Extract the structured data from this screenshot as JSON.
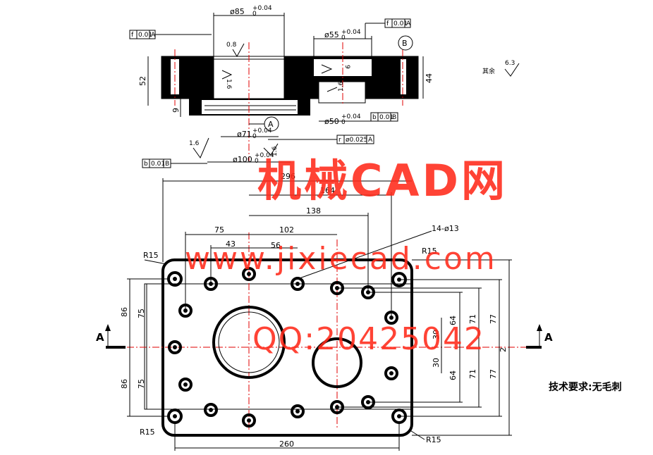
{
  "section_view": {
    "dims": {
      "d85": "ø85",
      "d85_tol_up": "+0.04",
      "d85_tol_low": "0",
      "d55": "ø55",
      "d55_tol_up": "+0.04",
      "d55_tol_low": "0",
      "d50": "ø50",
      "d50_tol_up": "+0.04",
      "d50_tol_low": "0",
      "d71": "ø71",
      "d71_tol_up": "+0.04",
      "d71_tol_low": "0",
      "d100": "ø100",
      "d100_tol_up": "+0.04",
      "d100_tol_low": "0",
      "h52": "52",
      "h44": "44",
      "h9": "9",
      "r_08": "0.8",
      "r_16a": "1.6",
      "r_16b": "1.6",
      "r_16c": "1.6",
      "r_16d": "1.6",
      "r_16e": "1.6",
      "small_9": "9"
    },
    "tolerance_frames": {
      "f1": {
        "sym": "f",
        "val": "0.01",
        "ref": "A"
      },
      "f2": {
        "sym": "f",
        "val": "0.01",
        "ref": "A"
      },
      "f3": {
        "sym": "b",
        "val": "0.01",
        "ref": "B"
      },
      "f4": {
        "sym": "r",
        "val": "ø0.025",
        "ref": "A"
      },
      "f5": {
        "sym": "b",
        "val": "0.01",
        "ref": "B"
      }
    },
    "datum_a": "A",
    "datum_b": "B"
  },
  "roughness_note": {
    "label": "其余",
    "value": "6.3"
  },
  "plan_view": {
    "dims": {
      "d296": "296",
      "d164": "164",
      "d138": "138",
      "d102": "102",
      "d75_top": "75",
      "d43": "43",
      "d56": "56",
      "holes": "14-ø13",
      "r_side": "R15",
      "r_tl": "R15",
      "r_bl": "R15",
      "r_br": "R15",
      "d260": "260",
      "l86_top": "86",
      "l86_bot": "86",
      "l75_top": "75",
      "l75_bot": "75",
      "r30_top": "30",
      "r30_bot": "30",
      "r64_top": "64",
      "r64_bot": "64",
      "r71_top": "71",
      "r71_bot": "71",
      "r77_top": "77",
      "r77_bot": "77",
      "r_right_partial": "2"
    },
    "section_marks": {
      "left": "A",
      "right": "A"
    }
  },
  "tech_req": "技术要求:无毛刺",
  "watermark": {
    "line1": "机械CAD网",
    "line2": "www.jixiecad.com",
    "line3": "QQ:20425042"
  },
  "colors": {
    "watermark": "#ff2a1a",
    "centerline": "#e00000",
    "ink": "#000000"
  }
}
